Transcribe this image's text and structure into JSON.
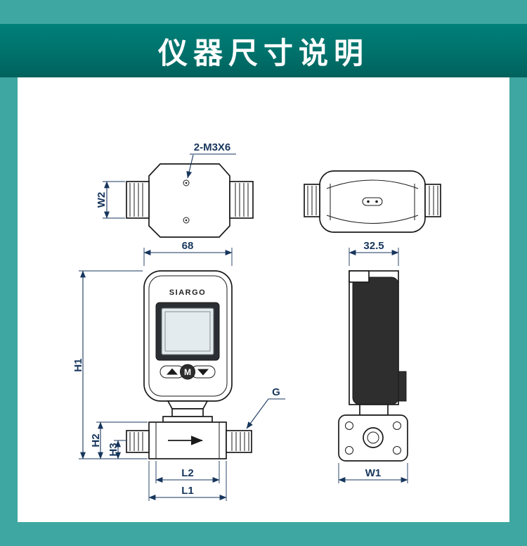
{
  "page": {
    "title": "仪器尺寸说明"
  },
  "device": {
    "brand": "SIARGO",
    "mode_button": "M"
  },
  "dimensions": {
    "screw_note": "2-M3X6",
    "w2": "W2",
    "width_front": "68",
    "width_side": "32.5",
    "h1": "H1",
    "h2": "H2",
    "h3": "H3",
    "g": "G",
    "l2": "L2",
    "l1": "L1",
    "w1": "W1"
  },
  "colors": {
    "background": "#3fa7a1",
    "banner": "#00716b",
    "dimension_ink": "#17365d",
    "drawing_ink": "#1a1a1a"
  }
}
